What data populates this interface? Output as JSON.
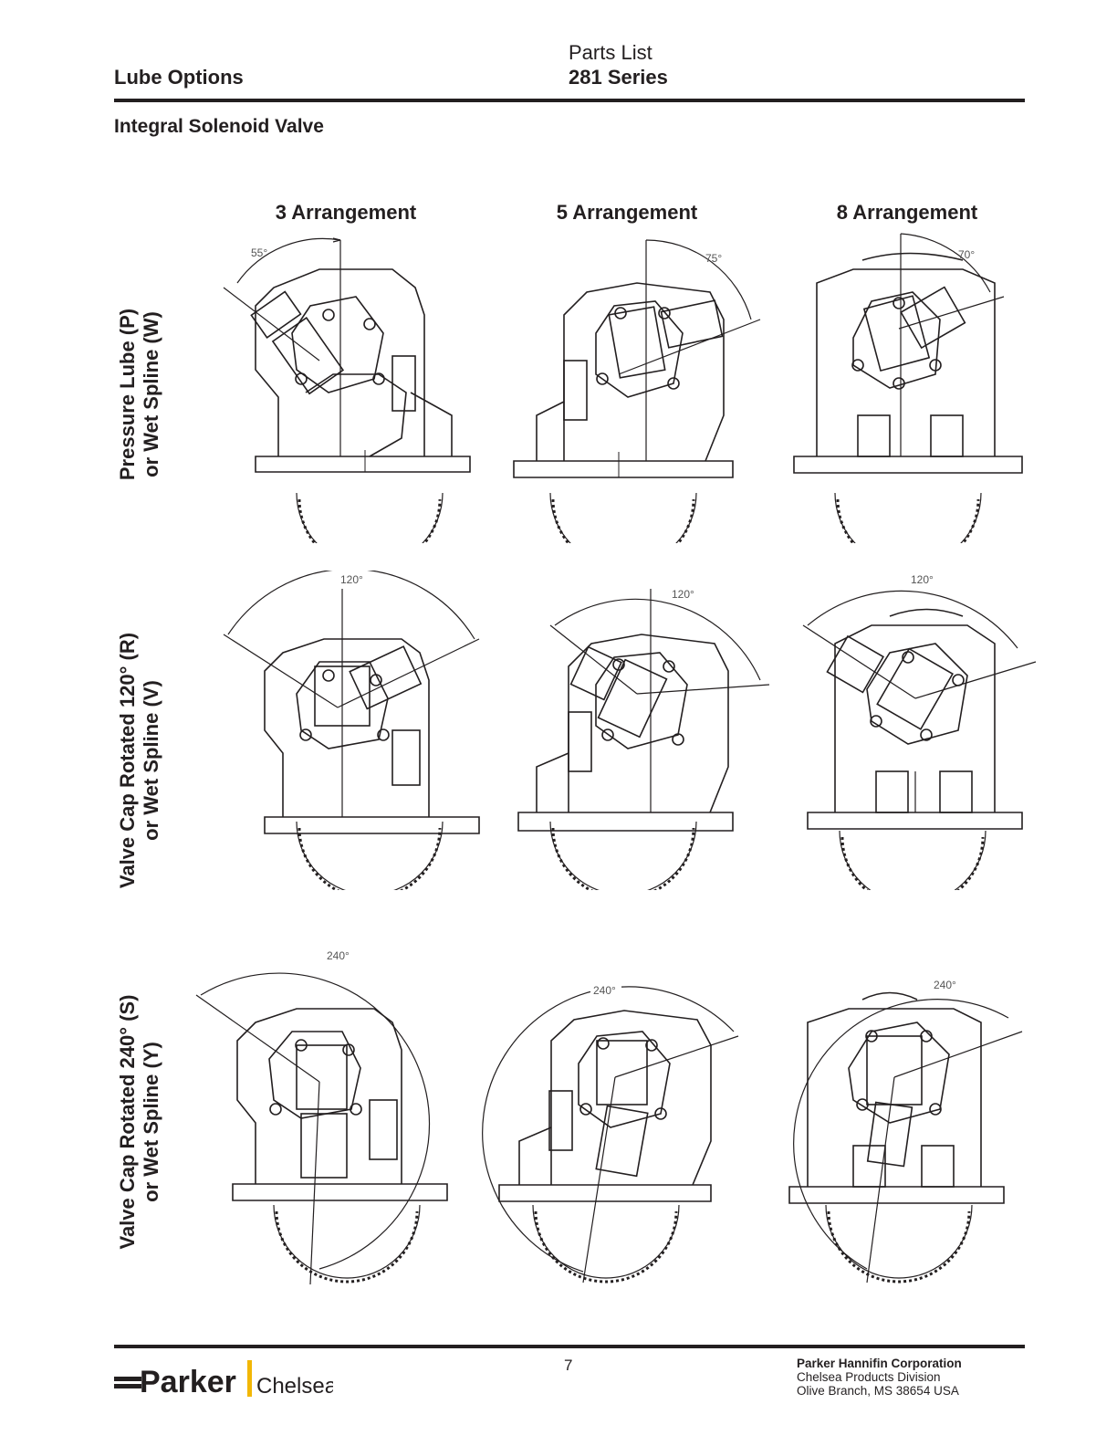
{
  "header": {
    "left_title": "Lube Options",
    "doc_type": "Parts List",
    "series": "281 Series"
  },
  "section_title": "Integral Solenoid Valve",
  "columns": [
    "3 Arrangement",
    "5 Arrangement",
    "8 Arrangement"
  ],
  "rows": [
    {
      "line1": "Pressure Lube (P)",
      "line2": "or Wet Spline (W)",
      "angles": [
        "55°",
        "75°",
        "70°"
      ]
    },
    {
      "line1": "Valve Cap Rotated 120° (R)",
      "line2": "or Wet Spline (V)",
      "angles": [
        "120°",
        "120°",
        "120°"
      ]
    },
    {
      "line1": "Valve Cap Rotated 240° (S)",
      "line2": "or Wet Spline (Y)",
      "angles": [
        "240°",
        "240°",
        "240°"
      ]
    }
  ],
  "footer": {
    "page_number": "7",
    "logo_parker": "Parker",
    "logo_chelsea": "Chelsea",
    "company": "Parker Hannifin Corporation",
    "division": "Chelsea Products Division",
    "address": "Olive Branch, MS 38654  USA"
  }
}
